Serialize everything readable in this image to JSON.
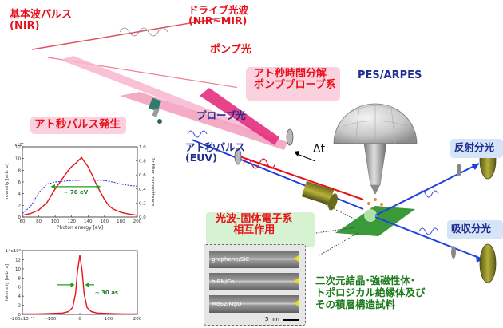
{
  "labels": {
    "fundamental_pulse": [
      "基本波パルス",
      "(NIR)"
    ],
    "drive_light": [
      "ドライブ光波",
      "(NIR~MIR)"
    ],
    "pump_light": "ポンプ光",
    "attosecond_pump_probe": [
      "アト秒時間分解",
      "ポンププローブ系"
    ],
    "attosecond_pulse_generation": "アト秒パルス発生",
    "probe_light": "プローブ光",
    "delta_t": "Δt",
    "attosecond_pulse": [
      "アト秒パルス",
      "(EUV)"
    ],
    "pes_arpes": "PES/ARPES",
    "reflection_spectroscopy": "反射分光",
    "absorption_spectroscopy": "吸収分光",
    "lightwave_solid": [
      "光波-固体電子系",
      "相互作用"
    ],
    "samples": [
      "二次元結晶･強磁性体･",
      "トポロジカル絶縁体及び",
      "その積層構造試料"
    ]
  },
  "tem_panel": {
    "rows": [
      "graphene/SiC",
      "h-BN/Co",
      "MoS2/MgO"
    ],
    "scale_bar": "5 nm"
  },
  "colors": {
    "title_red": "#e8101a",
    "label_navy": "#1f2f8f",
    "label_green": "#1d7a1d",
    "pink_highlight": "#fbd0df",
    "green_highlight": "#d7f2d0",
    "blue_highlight": "#d6e4f7"
  },
  "chart_data": [
    {
      "type": "line",
      "title": "",
      "xlabel": "Photon energy [eV]",
      "ylabel": "Intensity [arb. u]",
      "y2label": "Zr filter transmittance",
      "x_ticks": [
        "60",
        "80",
        "100",
        "120",
        "140",
        "160",
        "180",
        "200"
      ],
      "y_ticks": [
        "0",
        "2",
        "4",
        "6",
        "8",
        "10",
        "12"
      ],
      "y_multiplier": "x10³",
      "y2_ticks": [
        "0.0",
        "0.2",
        "0.4",
        "0.6",
        "0.8",
        "1.0"
      ],
      "xlim": [
        60,
        200
      ],
      "ylim": [
        0,
        12
      ],
      "y2lim": [
        0,
        1.0
      ],
      "annotation": "~ 70 eV",
      "series": [
        {
          "role": "spectrum",
          "color": "#e8101a",
          "x": [
            60,
            70,
            80,
            90,
            100,
            105,
            110,
            115,
            120,
            125,
            130,
            132,
            135,
            140,
            145,
            150,
            155,
            160,
            165,
            170,
            180,
            190,
            200
          ],
          "y": [
            0.3,
            0.6,
            1.2,
            2.5,
            4.8,
            5.8,
            6.8,
            7.8,
            8.6,
            9.2,
            9.9,
            10.2,
            9.6,
            8.6,
            7.2,
            5.6,
            4.3,
            3.0,
            2.0,
            1.4,
            0.8,
            0.5,
            0.3
          ]
        },
        {
          "role": "filter_transmittance",
          "axis": "y2",
          "color": "#1f2fd0",
          "x": [
            60,
            70,
            80,
            90,
            100,
            120,
            140,
            160,
            170,
            180,
            190,
            200
          ],
          "y": [
            0.05,
            0.15,
            0.35,
            0.47,
            0.5,
            0.52,
            0.53,
            0.52,
            0.5,
            0.47,
            0.45,
            0.44
          ]
        }
      ]
    },
    {
      "type": "line",
      "title": "",
      "xlabel": "",
      "ylabel": "Intensity [arb. u]",
      "x_ticks": [
        "-200x10⁻¹⁸",
        "-100",
        "0",
        "100",
        "200"
      ],
      "y_ticks": [
        "0",
        "2",
        "4",
        "6",
        "8",
        "10",
        "12",
        "14x10³"
      ],
      "xlim": [
        -200,
        200
      ],
      "ylim": [
        0,
        14
      ],
      "annotation": "~ 30 as",
      "series": [
        {
          "role": "pulse",
          "color": "#e8101a",
          "x": [
            -200,
            -150,
            -100,
            -60,
            -40,
            -25,
            -15,
            -8,
            0,
            8,
            15,
            25,
            40,
            60,
            100,
            150,
            200
          ],
          "y": [
            0.1,
            0.1,
            0.2,
            0.3,
            0.6,
            1.5,
            4.5,
            9.5,
            13.0,
            9.5,
            4.5,
            1.5,
            0.6,
            0.3,
            0.2,
            0.1,
            0.1
          ]
        }
      ]
    }
  ]
}
